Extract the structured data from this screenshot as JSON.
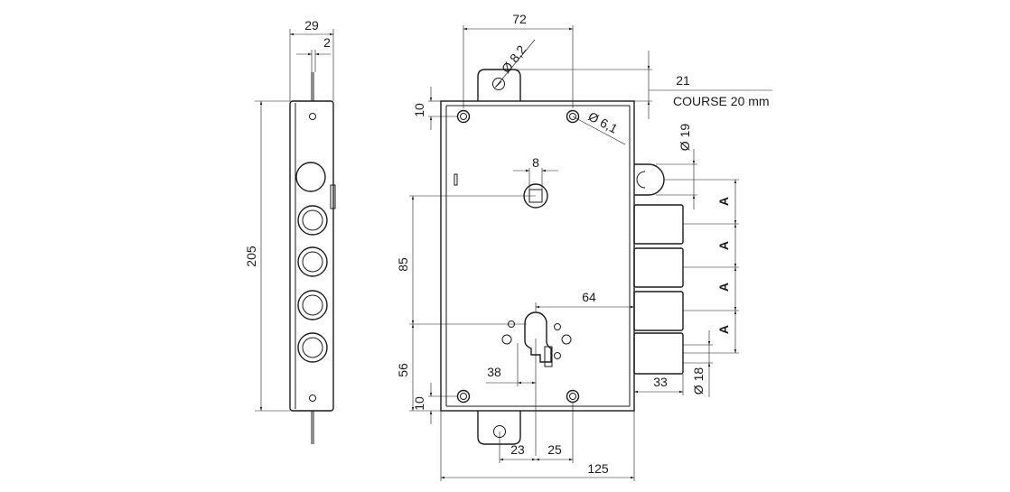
{
  "dimensions": {
    "side_width": "29",
    "side_offset": "2",
    "side_height": "205",
    "top_width": "72",
    "hole_diameter_top": "Ø 8,2",
    "hole_diameter_screw": "Ø 6,1",
    "travel": "21",
    "course": "COURSE 20 mm",
    "top_margin": "10",
    "square_size": "8",
    "spindle_height": "85",
    "cylinder_height": "56",
    "bottom_margin": "10",
    "backset_64": "64",
    "offset_38": "38",
    "bolt_diameter_19": "Ø 19",
    "bolt_diameter_18": "Ø 18",
    "bolt_projection": "33",
    "bottom_23": "23",
    "bottom_25": "25",
    "total_width": "125",
    "pitch_labels": [
      "A",
      "A",
      "A",
      "A"
    ]
  }
}
